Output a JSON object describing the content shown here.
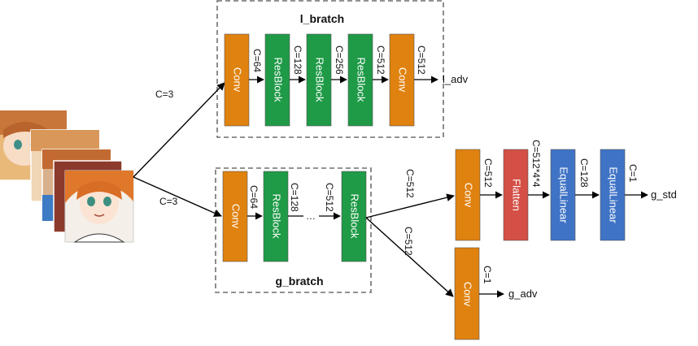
{
  "colors": {
    "conv": "#e0820f",
    "resblock": "#1f9a47",
    "flatten": "#d44f45",
    "equallinear": "#3f73c6",
    "dashed_box": "#6f6f6f",
    "arrow": "#000000"
  },
  "input": {
    "icon": "anime-face-images-stack"
  },
  "l_branch": {
    "title": "l_bratch",
    "input_channel": "C=3",
    "blocks": [
      "Conv",
      "ResBlock",
      "ResBlock",
      "ResBlock",
      "Conv"
    ],
    "channels": [
      "C=64",
      "C=128",
      "C=256",
      "C=512",
      "C=512"
    ],
    "output": "l_adv"
  },
  "g_branch": {
    "title": "g_bratch",
    "input_channel": "C=3",
    "blocks": [
      "Conv",
      "ResBlock",
      "ResBlock"
    ],
    "channels": [
      "C=64",
      "C=128",
      "C=512"
    ],
    "ellipsis": "…"
  },
  "std_head": {
    "input_channel": "C=512",
    "blocks": [
      "Conv",
      "Flatten",
      "EqualLinear",
      "EqualLinear"
    ],
    "channels": [
      "C=512",
      "C=512*4*4",
      "C=128",
      "C=1"
    ],
    "output": "g_std"
  },
  "adv_head": {
    "input_channel": "C=512",
    "blocks": [
      "Conv"
    ],
    "channels": [
      "C=1"
    ],
    "output": "g_adv"
  }
}
